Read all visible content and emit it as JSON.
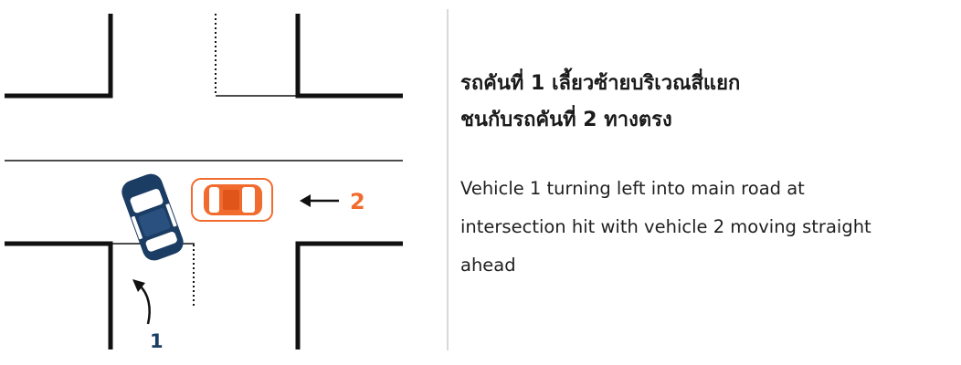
{
  "scene": {
    "description_thai": [
      "รถคันที่ 1 เลี้ยวซ้ายบริเวณสี่แยก",
      "ชนกับรถคันที่ 2 ทางตรง"
    ],
    "description_english": [
      "Vehicle 1 turning left into main road at",
      "intersection hit with vehicle 2 moving straight",
      "ahead"
    ]
  },
  "vehicles": [
    {
      "label": "1",
      "color": "#1b3c63"
    },
    {
      "label": "2",
      "color": "#f26b2e"
    }
  ],
  "colors": {
    "road_line": "#111111",
    "vehicle1": "#1b3c63",
    "vehicle2": "#f26b2e",
    "divider": "#d9d9d9"
  }
}
